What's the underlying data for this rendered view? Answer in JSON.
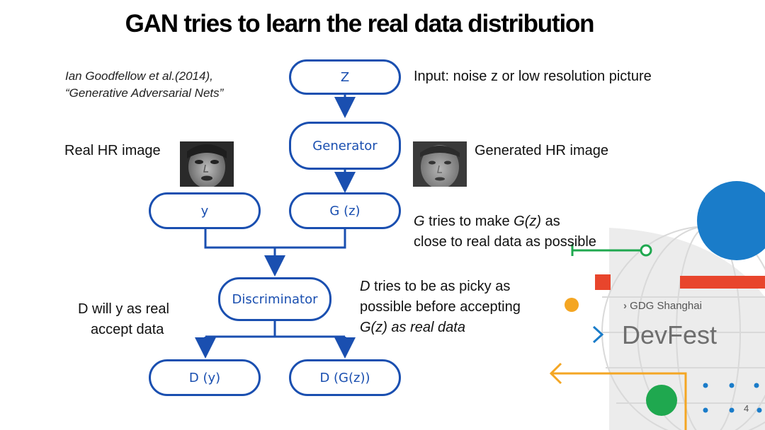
{
  "title": "GAN tries to learn the real data distribution",
  "citation": {
    "line1": "Ian Goodfellow et al.(2014),",
    "line2": "“Generative Adversarial Nets”"
  },
  "nodes": {
    "z": "Z",
    "generator": "Generator",
    "y": "y",
    "gz": "G (z)",
    "discriminator": "Discriminator",
    "dy": "D (y)",
    "dgz": "D  (G(z))"
  },
  "labels": {
    "input_note": "Input: noise  z or low resolution picture",
    "real_hr": "Real HR image",
    "generated_hr": "Generated HR image",
    "g_note": {
      "g": "G",
      "mid": " tries to make ",
      "gz": "G(z)",
      "end": " as",
      "line2": "close to real data as possible"
    },
    "d_note": {
      "d": "D",
      "line1_rest": " tries to be as picky as",
      "line2": "possible before accepting",
      "line3": "G(z) as real data"
    },
    "left_note": {
      "line1": "D will y as real",
      "line2": "accept data"
    }
  },
  "branding": {
    "gdg": "GDG Shanghai",
    "devfest": "DevFest",
    "page_number": "4"
  },
  "colors": {
    "node_blue": "#1a4fb0",
    "brand_blue": "#1a7cc9",
    "brand_red": "#e8452c",
    "brand_yellow": "#f4a623",
    "brand_green": "#1fa84f"
  },
  "icons": {
    "real_face": "real-face-image",
    "generated_face": "generated-face-image"
  }
}
